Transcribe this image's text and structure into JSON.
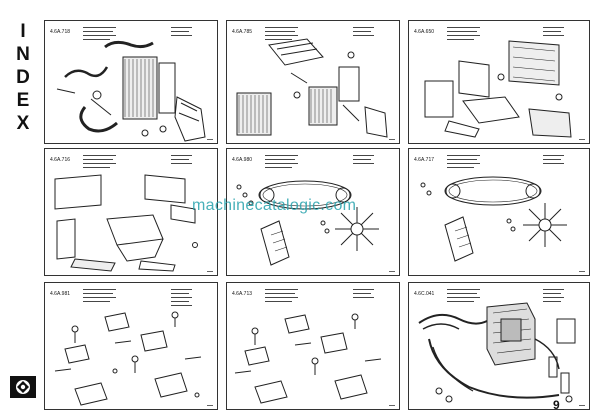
{
  "sidebar": {
    "letters": [
      "I",
      "N",
      "D",
      "E",
      "X"
    ]
  },
  "watermark": "machinecatalogic.com",
  "page_number": "9",
  "panels": [
    {
      "tag": "4.6A.718"
    },
    {
      "tag": "4.6A.785"
    },
    {
      "tag": "4.6A.650"
    },
    {
      "tag": "4.6A.716"
    },
    {
      "tag": "4.6A.980"
    },
    {
      "tag": "4.6A.717"
    },
    {
      "tag": "4.6A.981"
    },
    {
      "tag": "4.6A.713"
    },
    {
      "tag": "4.6C.041"
    }
  ]
}
